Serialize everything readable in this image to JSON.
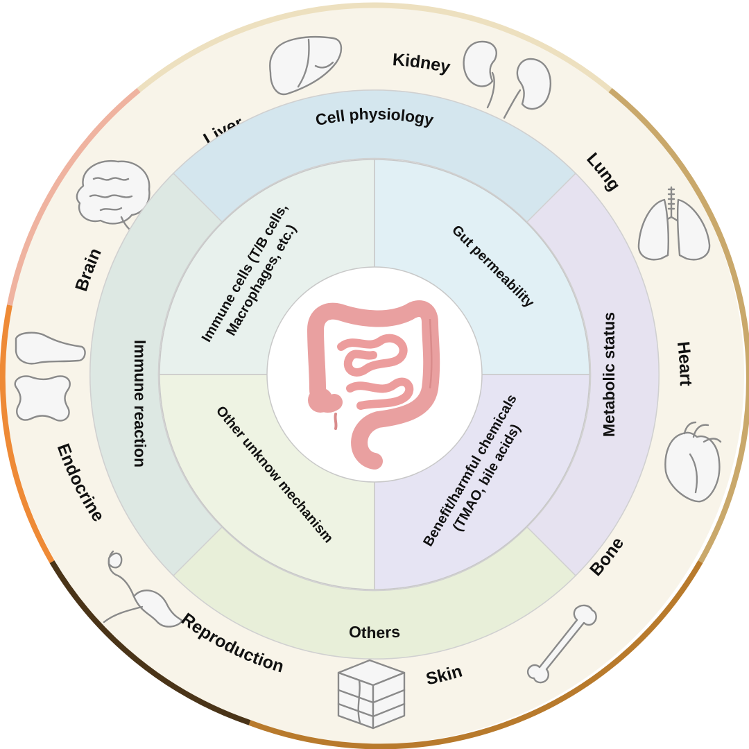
{
  "outer_ring": {
    "organs": [
      {
        "key": "liver",
        "label": "Liver",
        "icon": "liver-icon"
      },
      {
        "key": "kidney",
        "label": "Kidney",
        "icon": "kidney-icon"
      },
      {
        "key": "lung",
        "label": "Lung",
        "icon": "lung-icon"
      },
      {
        "key": "heart",
        "label": "Heart",
        "icon": "heart-icon"
      },
      {
        "key": "bone",
        "label": "Bone",
        "icon": "bone-icon"
      },
      {
        "key": "skin",
        "label": "Skin",
        "icon": "skin-icon"
      },
      {
        "key": "reproduction",
        "label": "Reproduction",
        "icon": "uterus-icon"
      },
      {
        "key": "endocrine",
        "label": "Endocrine",
        "icon": "endocrine-gland-icon"
      },
      {
        "key": "brain",
        "label": "Brain",
        "icon": "brain-icon"
      }
    ],
    "border_colors": {
      "top": "#ede0bf",
      "right": "#c9a86b",
      "bottom": "#b87a2c",
      "bottom_left": "#4a3418",
      "left": "#ee8a36",
      "upper_left": "#efb3a0"
    },
    "fill_color": "#f8f4e9"
  },
  "middle_ring": {
    "categories": [
      {
        "key": "cell_physiology",
        "label": "Cell physiology",
        "color": "#d4e6ee"
      },
      {
        "key": "metabolic_status",
        "label": "Metabolic status",
        "color": "#e6e2f0"
      },
      {
        "key": "others",
        "label": "Others",
        "color": "#e8efd9"
      },
      {
        "key": "immune_reaction",
        "label": "Immune reaction",
        "color": "#dde8e3"
      }
    ]
  },
  "inner_ring": {
    "mechanisms": [
      {
        "key": "immune_cells",
        "lines": [
          "Immune cells (T/B cells,",
          "Macrophages, etc.)"
        ],
        "color": "#e8f1ed"
      },
      {
        "key": "gut_permeability",
        "lines": [
          "Gut permeability"
        ],
        "color": "#e1f0f5"
      },
      {
        "key": "chemicals",
        "lines": [
          "Benefit/harmful chemicals",
          "(TMAO, bile acids)"
        ],
        "color": "#e6e4f3"
      },
      {
        "key": "other_mechanism",
        "lines": [
          "Other unknow mechanism"
        ],
        "color": "#eef3e3"
      }
    ]
  },
  "center": {
    "icon": "intestine-icon",
    "color": "#e9a0a0"
  }
}
